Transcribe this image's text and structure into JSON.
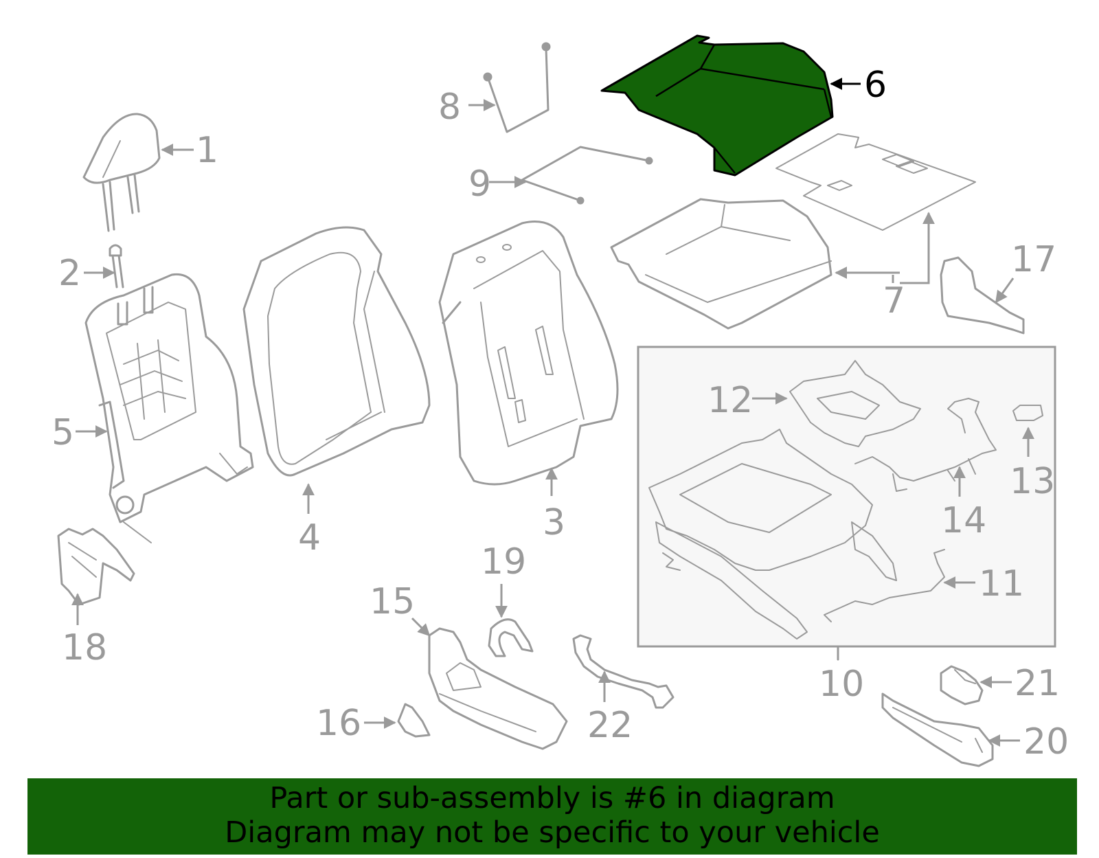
{
  "diagram": {
    "highlight_color": "#136308",
    "line_color": "#9a9a9a",
    "highlighted_part": "6",
    "labels": [
      "1",
      "2",
      "3",
      "4",
      "5",
      "6",
      "7",
      "8",
      "9",
      "10",
      "11",
      "12",
      "13",
      "14",
      "15",
      "16",
      "17",
      "18",
      "19",
      "20",
      "21",
      "22"
    ]
  },
  "banner": {
    "line1": "Part or sub-assembly is #6 in diagram",
    "line2": "Diagram may not be specific to your vehicle",
    "background": "#136308"
  }
}
